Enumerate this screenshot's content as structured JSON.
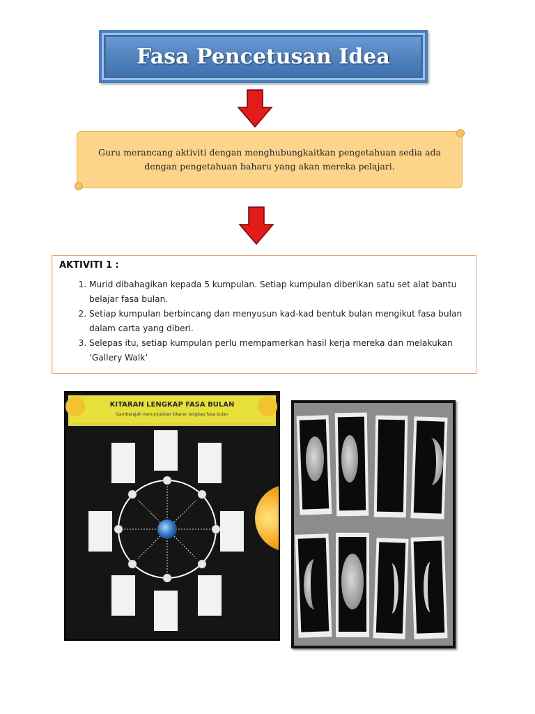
{
  "title": "Fasa Pencetusan Idea",
  "description": "Guru merancang aktiviti dengan menghubungkaitkan pengetahuan sedia ada dengan pengetahuan baharu yang akan mereka pelajari.",
  "activity": {
    "heading": "AKTIVITI 1 :",
    "items": [
      "Murid dibahagikan kepada 5 kumpulan. Setiap kumpulan diberikan satu set alat bantu belajar fasa bulan.",
      "Setiap kumpulan berbincang dan menyusun kad-kad bentuk bulan mengikut fasa bulan dalam carta yang diberi.",
      "Selepas itu, setiap kumpulan perlu mempamerkan hasil kerja mereka dan melakukan ‘Gallery Walk’"
    ]
  },
  "poster": {
    "title": "KITARAN LENGKAP FASA BULAN",
    "subtitle": "Gambarajah menunjukkan kitaran lengkap fasa bulan"
  },
  "colors": {
    "title_bg": "#4f81bd",
    "scroll_bg": "#fdd58a",
    "arrow": "#e31b1b",
    "activity_border": "#f0a070"
  }
}
